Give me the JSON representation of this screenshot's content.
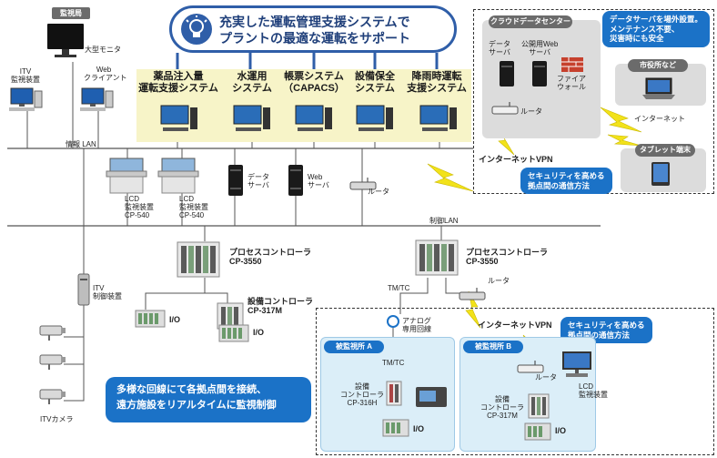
{
  "headline": {
    "line1": "充実した運転管理支援システムで",
    "line2": "プラントの最適な運転をサポート"
  },
  "monitoring_room": {
    "tag": "監視局",
    "large_monitor": "大型モニタ",
    "itv_monitor_1": "ITV",
    "itv_monitor_2": "監視装置",
    "web_client_1": "Web",
    "web_client_2": "クライアント"
  },
  "systems": [
    {
      "line1": "薬品注入量",
      "line2": "運転支援システム"
    },
    {
      "line1": "水運用",
      "line2": "システム"
    },
    {
      "line1": "帳票システム",
      "line2": "（CAPACS）"
    },
    {
      "line1": "設備保全",
      "line2": "システム"
    },
    {
      "line1": "降雨時運転",
      "line2": "支援システム"
    }
  ],
  "info_lan": "情報 LAN",
  "control_lan": "制御LAN",
  "lcd_1": {
    "line1": "LCD",
    "line2": "監視装置",
    "line3": "CP-540"
  },
  "lcd_2": {
    "line1": "LCD",
    "line2": "監視装置",
    "line3": "CP-540"
  },
  "data_server": {
    "line1": "データ",
    "line2": "サーバ"
  },
  "web_server": {
    "line1": "Web",
    "line2": "サーバ"
  },
  "router_main": "ルータ",
  "cloud": {
    "tag": "クラウドデータセンター",
    "data_server_1": "データ",
    "data_server_2": "サーバ",
    "public_web_1": "公開用Web",
    "public_web_2": "サーバ",
    "firewall_1": "ファイア",
    "firewall_2": "ウォール",
    "router": "ルータ",
    "bubble_line1": "データサーバを場外設置。",
    "bubble_line2": "メンテナンス不要、",
    "bubble_line3": "災害時にも安全",
    "city_hall": "市役所など",
    "internet": "インターネット",
    "tablet": "タブレット端末",
    "internet_vpn": "インターネットVPN",
    "security_line1": "セキュリティを高める",
    "security_line2": "拠点間の通信方法"
  },
  "pc_left": {
    "line1": "プロセスコントローラ",
    "line2": "CP-3550"
  },
  "pc_right": {
    "line1": "プロセスコントローラ",
    "line2": "CP-3550"
  },
  "router_right": "ルータ",
  "io_left": "I/O",
  "equip_ctrl": {
    "line1": "設備コントローラ",
    "line2": "CP-317M"
  },
  "io_equip": "I/O",
  "itv_control": {
    "line1": "ITV",
    "line2": "制御装置"
  },
  "itv_camera": "ITVカメラ",
  "tmtc_top": "TM/TC",
  "analog_line": {
    "line1": "アナログ",
    "line2": "専用回線"
  },
  "internet_vpn_lower": "インターネットVPN",
  "security_lower_1": "セキュリティを高める",
  "security_lower_2": "拠点間の通信方法",
  "site_a": {
    "tag": "被監視所 A",
    "tmtc": "TM/TC",
    "ctrl_1": "設備",
    "ctrl_2": "コントローラ",
    "ctrl_3": "CP-316H",
    "io": "I/O"
  },
  "site_b": {
    "tag": "被監視所 B",
    "router": "ルータ",
    "lcd_1": "LCD",
    "lcd_2": "監視装置",
    "ctrl_1": "設備",
    "ctrl_2": "コントローラ",
    "ctrl_3": "CP-317M",
    "io": "I/O"
  },
  "bottom_callout": {
    "line1": "多様な回線にて各拠点間を接続、",
    "line2": "遠方施設をリアルタイムに監視制御"
  },
  "colors": {
    "accent_blue": "#1b72c7",
    "headline_border": "#2f5ea8",
    "system_strip": "#f7f4c8",
    "grey_panel": "#dcdcdc",
    "site_panel": "#dbeef8",
    "lightning": "#f2e21a"
  }
}
